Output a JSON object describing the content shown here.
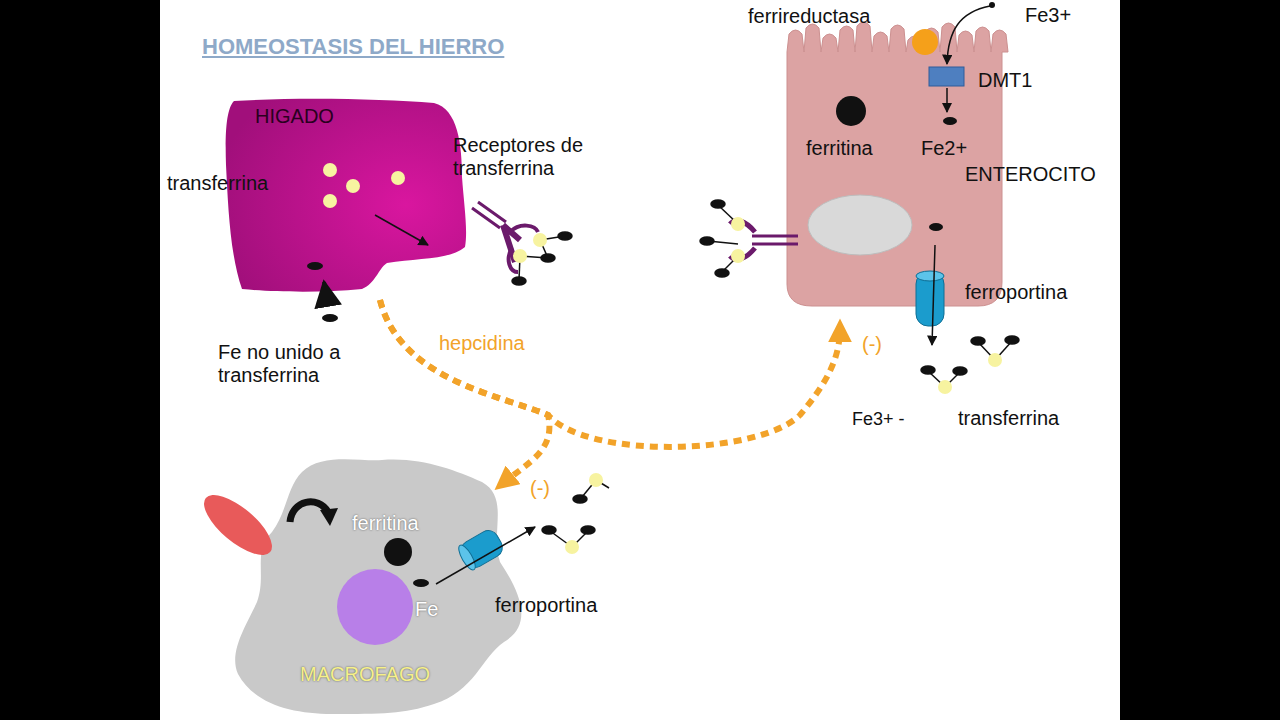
{
  "diagram": {
    "title": "HOMEOSTASIS DEL HIERRO",
    "nodes": [
      {
        "text": [
          "HIGADO"
        ]
      },
      {
        "text": [
          "ENTEROCITO"
        ]
      },
      {
        "text": [
          "MACROFAGO"
        ]
      }
    ],
    "edges": [
      {
        "from": 0,
        "to": 1,
        "arrow": "to",
        "label": "hepcidina"
      },
      {
        "from": 0,
        "to": 2,
        "arrow": "to"
      }
    ],
    "labels": [
      "transferrina",
      "Receptores de transferrina",
      "Fe no unido a transferrina",
      "ferrireductasa",
      "Fe3+",
      "DMT1",
      "ferritina",
      "Fe2+",
      "ferroportina",
      "(-)",
      "Fe3+ -",
      "transferrina",
      "(-)",
      "ferritina",
      "Fe",
      "ferroportina"
    ]
  }
}
